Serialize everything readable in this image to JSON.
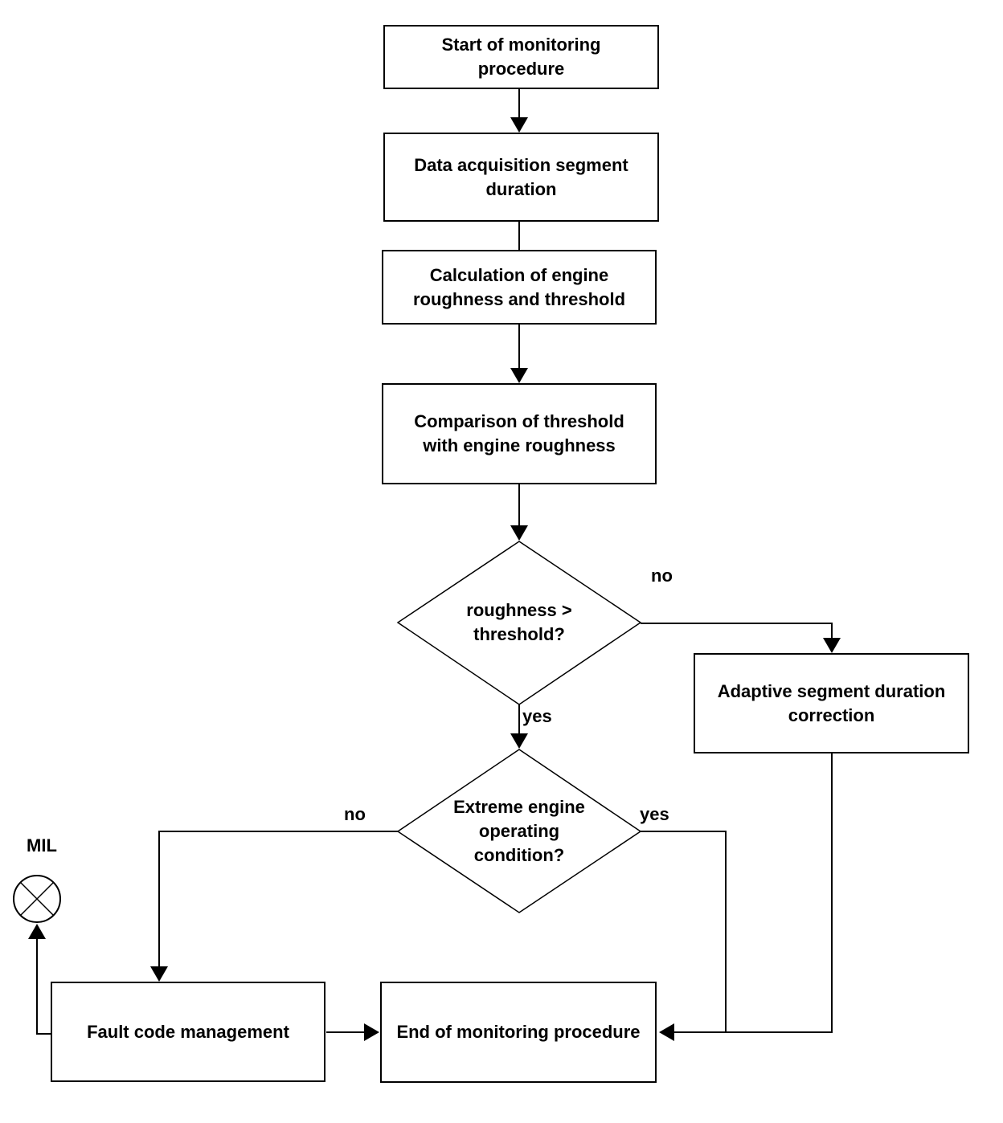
{
  "diagram": {
    "title_hint": "Engine roughness monitoring procedure flowchart",
    "colors": {
      "background": "#ffffff",
      "line": "#000000",
      "text": "#000000"
    },
    "nodes": {
      "start": "Start of monitoring\nprocedure",
      "acquisition": "Data acquisition segment\nduration",
      "calculation": "Calculation of engine\nroughness and threshold",
      "comparison": "Comparison of threshold\nwith engine roughness",
      "decision_roughness": "roughness >\nthreshold?",
      "adaptive": "Adaptive segment duration\ncorrection",
      "decision_extreme": "Extreme engine\noperating\ncondition?",
      "fault_code": "Fault code management",
      "end": "End of monitoring procedure",
      "mil": "MIL"
    },
    "edge_labels": {
      "roughness_no": "no",
      "roughness_yes": "yes",
      "extreme_yes": "yes",
      "extreme_no": "no"
    }
  }
}
